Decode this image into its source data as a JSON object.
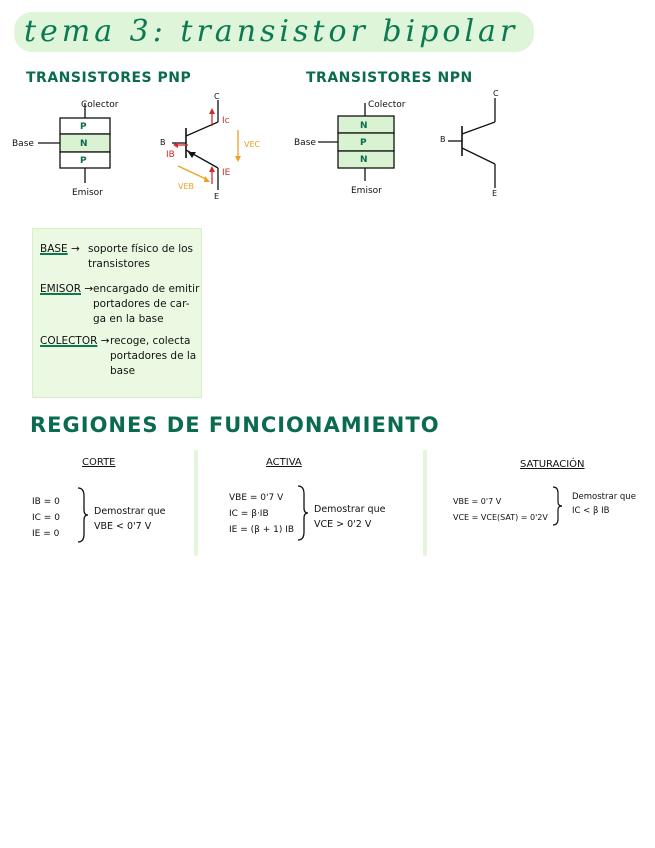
{
  "title": "tema 3: transistor bipolar",
  "pnp": {
    "heading": "TRANSISTORES PNP",
    "labels": {
      "collector": "Colector",
      "base": "Base",
      "emitter": "Emisor"
    },
    "layers": [
      "P",
      "N",
      "P"
    ],
    "symbol": {
      "c": "C",
      "b": "B",
      "e": "E",
      "ic": "Ic",
      "ib": "IB",
      "ie": "IE",
      "vec": "VEC",
      "veb": "VEB"
    }
  },
  "npn": {
    "heading": "TRANSISTORES NPN",
    "labels": {
      "collector": "Colector",
      "base": "Base",
      "emitter": "Emisor"
    },
    "layers": [
      "N",
      "P",
      "N"
    ],
    "symbol": {
      "c": "C",
      "b": "B",
      "e": "E"
    }
  },
  "definitions": [
    {
      "term": "BASE",
      "arrow": "→",
      "text": [
        "soporte físico de los",
        "transistores"
      ]
    },
    {
      "term": "EMISOR",
      "arrow": "→",
      "text": [
        "encargado de emitir",
        "portadores de car-",
        "ga en la base"
      ]
    },
    {
      "term": "COLECTOR",
      "arrow": "→",
      "text": [
        "recoge, colecta",
        "portadores de la",
        "base"
      ]
    }
  ],
  "regions_heading": "REGIONES DE FUNCIONAMIENTO",
  "regions": [
    {
      "name": "CORTE",
      "equations": [
        "IB = 0",
        "IC = 0",
        "IE = 0"
      ],
      "conditions": [
        "Demostrar que",
        "VBE < 0'7 V"
      ]
    },
    {
      "name": "ACTIVA",
      "equations": [
        "VBE = 0'7 V",
        "IC = β·IB",
        "IE = (β + 1) IB"
      ],
      "conditions": [
        "Demostrar que",
        "VCE > 0'2 V"
      ]
    },
    {
      "name": "SATURACIÓN",
      "equations": [
        "VBE = 0'7 V",
        "VCE = VCE(SAT) = 0'2V"
      ],
      "conditions": [
        "Demostrar que",
        "IC < β IB"
      ]
    }
  ],
  "colors": {
    "accent": "#0b6b4f",
    "highlight": "#dff5da",
    "arrow_red": "#d22b2b",
    "arrow_orange": "#f0a020",
    "layer_fill": "#d9f2d2"
  }
}
